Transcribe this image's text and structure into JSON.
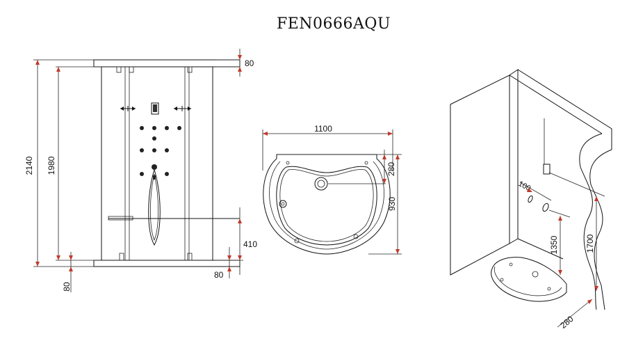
{
  "title": "FEN0666AQU",
  "front_view": {
    "dim_total_height": "2140",
    "dim_inner_height": "1980",
    "dim_top": "80",
    "dim_bottom_right": "80",
    "dim_bottom_left": "80",
    "dim_seat": "410"
  },
  "plan_view": {
    "dim_width": "1100",
    "dim_depth": "930",
    "dim_drain": "280"
  },
  "iso_view": {
    "dim_spacing": "100",
    "dim_height_a": "1350",
    "dim_height_b": "1700",
    "dim_offset": "280"
  }
}
